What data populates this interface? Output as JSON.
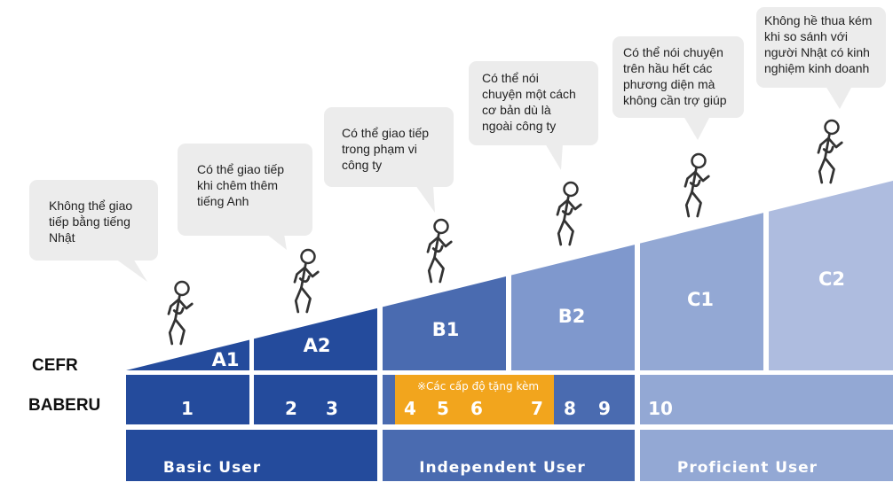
{
  "labels": {
    "cefr": "CEFR",
    "baberu": "BABERU"
  },
  "levels": [
    "A1",
    "A2",
    "B1",
    "B2",
    "C1",
    "C2"
  ],
  "bubbles": [
    [
      "Không thể giao",
      "tiếp bằng tiếng",
      "Nhật"
    ],
    [
      "Có thể giao tiếp",
      "khi chêm thêm",
      "tiếng Anh"
    ],
    [
      "Có thể giao tiếp",
      "trong phạm vi",
      "công ty"
    ],
    [
      "Có thể nói",
      "chuyện một cách",
      "cơ bản dù là",
      "ngoài công ty"
    ],
    [
      "Có thể nói chuyện",
      "trên hầu hết các",
      "phương diện mà",
      "không cần trợ giúp"
    ],
    [
      "Không hề thua kém",
      "khi so sánh với",
      "người Nhật có kinh",
      "nghiệm kinh doanh"
    ]
  ],
  "baberu_numbers": [
    "1",
    "2",
    "3",
    "4",
    "5",
    "6",
    "7",
    "8",
    "9",
    "10"
  ],
  "bonus_label": "※Các cấp độ tặng kèm",
  "user_groups": [
    "Basic User",
    "Independent User",
    "Proficient User"
  ],
  "colors": {
    "dark_blue": "#244b9c",
    "mid_blue": "#4a6bb0",
    "light_mid_blue": "#7f98cd",
    "light_blue": "#93a8d4",
    "lightest_blue": "#aebcdf",
    "orange": "#f2a51d",
    "bubble": "#ececec"
  }
}
